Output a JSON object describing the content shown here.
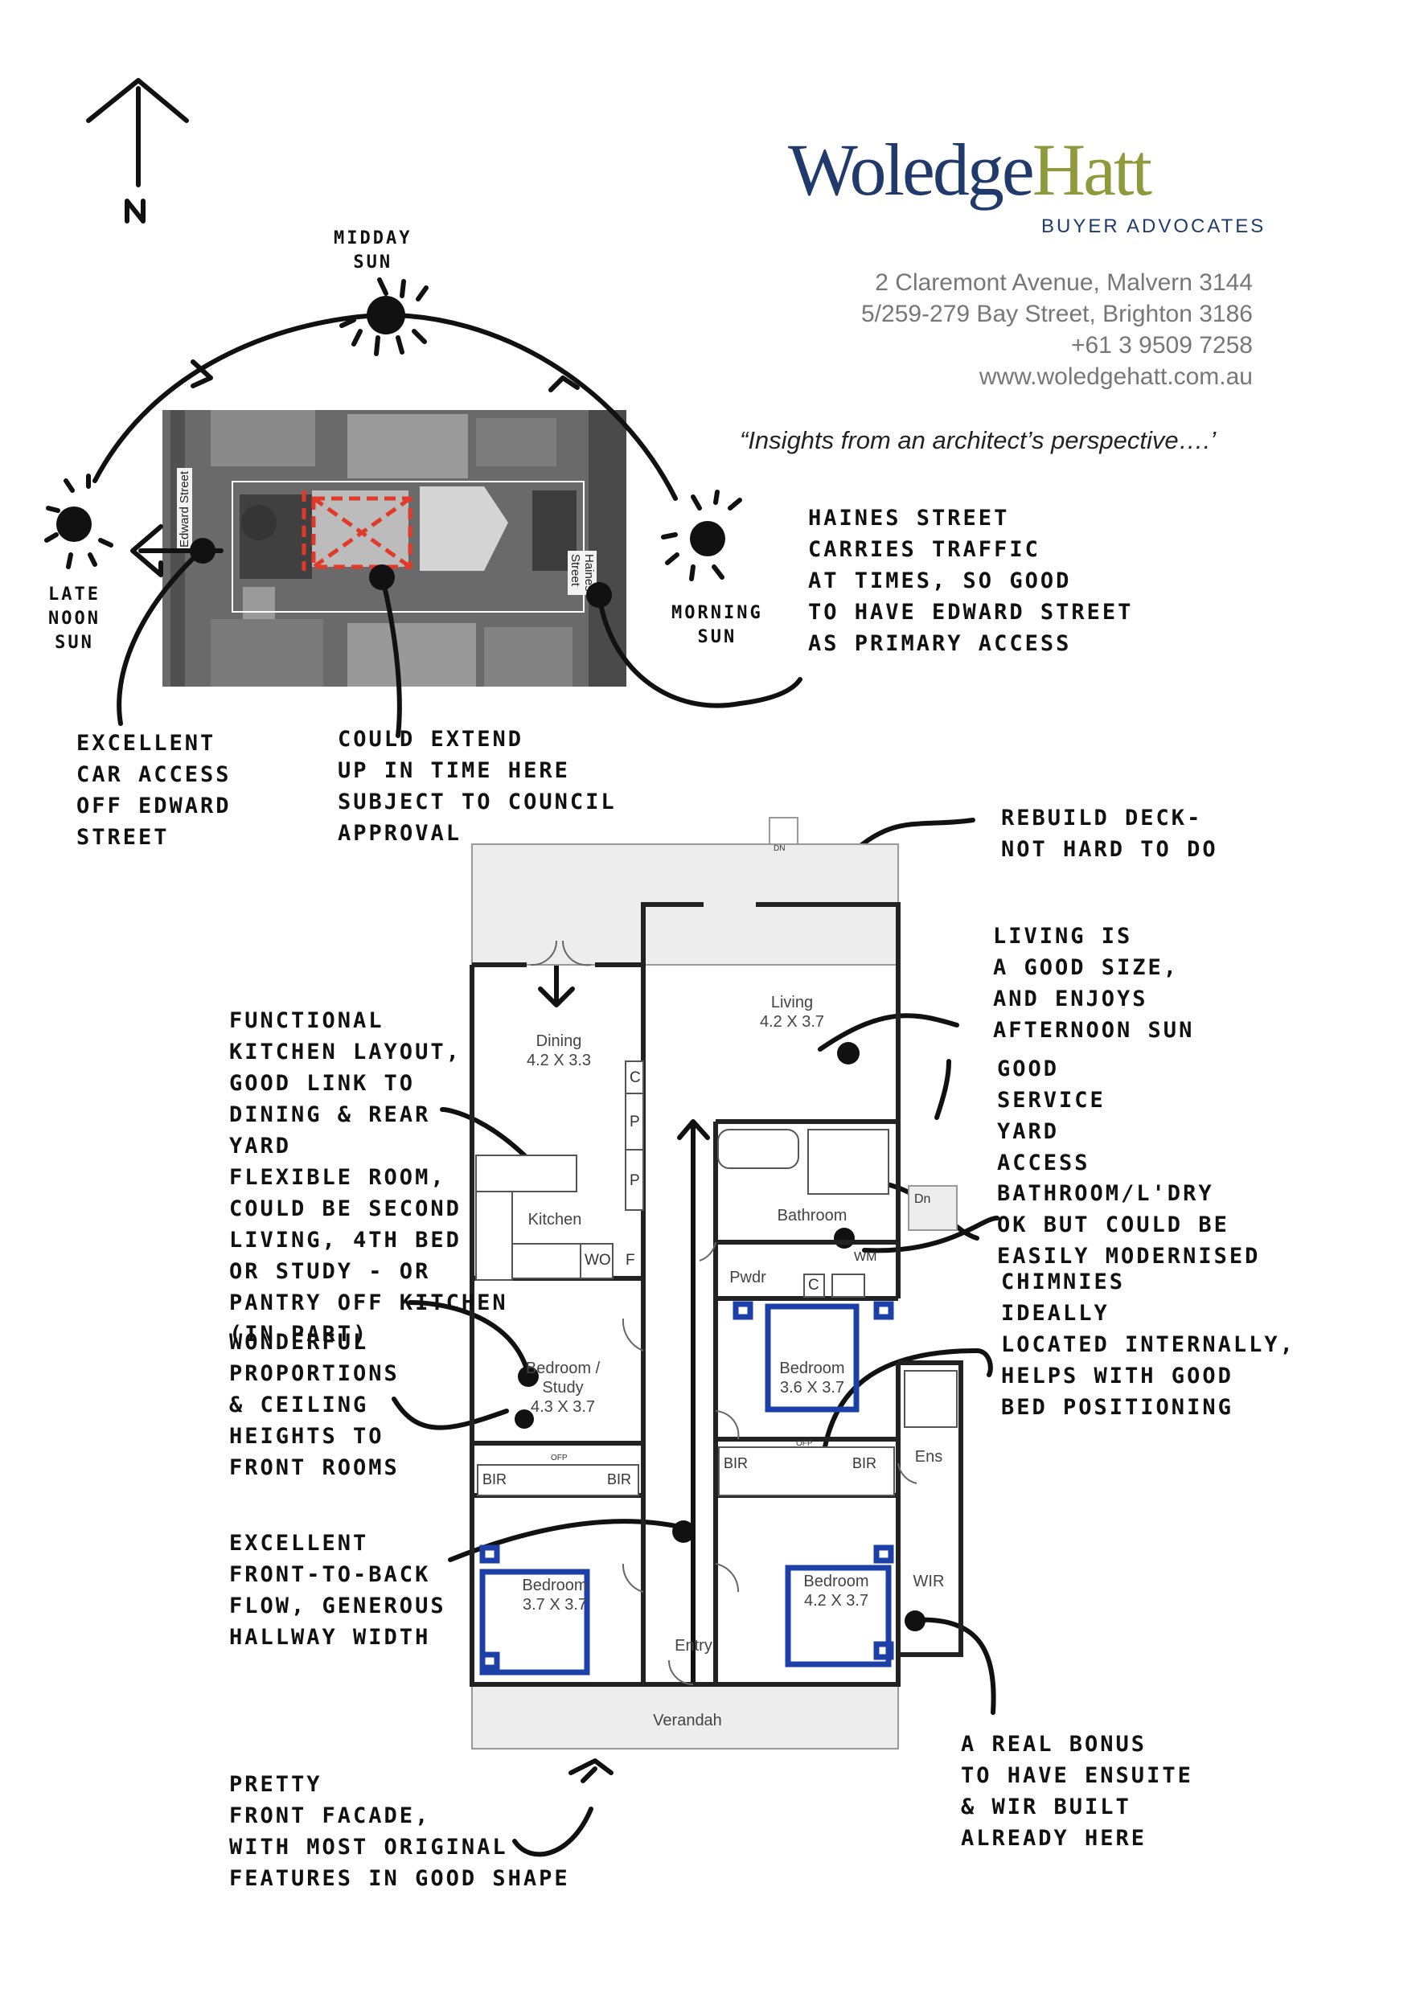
{
  "brand": {
    "name_part1": "Woledge",
    "name_part2": "Hatt",
    "tagline": "BUYER ADVOCATES",
    "colors": {
      "navy": "#1f3a6b",
      "olive": "#8e9a3c",
      "annotation_blue": "#1c3fa8",
      "extension_red": "#e03a2a"
    }
  },
  "contact": {
    "address1": "2 Claremont Avenue, Malvern 3144",
    "address2": "5/259-279 Bay Street, Brighton 3186",
    "phone": "+61 3 9509 7258",
    "web": "www.woledgehatt.com.au"
  },
  "quote": "“Insights from an architect’s perspective….’",
  "compass": {
    "label": "N"
  },
  "sun": {
    "midday": "MIDDAY\nSUN",
    "late": "LATE\nNOON\nSUN",
    "morning": "MORNING\nSUN"
  },
  "aerial": {
    "street_west": "Edward Street",
    "street_east": "Haines Street"
  },
  "notes": {
    "haines": "HAINES STREET\nCARRIES TRAFFIC\nAT TIMES, SO GOOD\nTO HAVE EDWARD STREET\nAS PRIMARY ACCESS",
    "car": "EXCELLENT\nCAR ACCESS\nOFF EDWARD\nSTREET",
    "extend": "COULD EXTEND\nUP IN TIME HERE\nSUBJECT TO COUNCIL\nAPPROVAL",
    "deck": "REBUILD DECK-\nNOT HARD TO DO",
    "living": "LIVING IS\nA GOOD SIZE,\nAND ENJOYS\nAFTERNOON SUN",
    "service": "GOOD\nSERVICE\nYARD\nACCESS",
    "bath": "BATHROOM/L'DRY\nOK BUT COULD BE\nEASILY MODERNISED",
    "chimney": "CHIMNIES\nIDEALLY\nLOCATED INTERNALLY,\nHELPS WITH GOOD\nBED POSITIONING",
    "kitchen": "FUNCTIONAL\nKITCHEN LAYOUT,\nGOOD LINK TO\nDINING & REAR\nYARD",
    "flexible": "FLEXIBLE ROOM,\nCOULD BE SECOND\nLIVING, 4TH BED\nOR STUDY - OR\nPANTRY OFF KITCHEN\n(IN PART)",
    "proportions": "WONDERFUL\nPROPORTIONS\n& CEILING\nHEIGHTS TO\nFRONT ROOMS",
    "flow": "EXCELLENT\nFRONT-TO-BACK\nFLOW, GENEROUS\nHALLWAY WIDTH",
    "ensuite": "A REAL BONUS\nTO HAVE ENSUITE\n& WIR BUILT\nALREADY HERE",
    "facade": "PRETTY\nFRONT FACADE,\nWITH MOST ORIGINAL\nFEATURES IN GOOD SHAPE"
  },
  "rooms": {
    "living": {
      "name": "Living",
      "dim": "4.2 X 3.7"
    },
    "dining": {
      "name": "Dining",
      "dim": "4.2 X 3.3"
    },
    "kitchen": {
      "name": "Kitchen"
    },
    "bathroom": {
      "name": "Bathroom"
    },
    "pwdr": {
      "name": "Pwdr"
    },
    "bed_study": {
      "name": "Bedroom /\nStudy",
      "dim": "4.3 X 3.7"
    },
    "bed_mid": {
      "name": "Bedroom",
      "dim": "3.6 X 3.7"
    },
    "bed_front_left": {
      "name": "Bedroom",
      "dim": "3.7 X 3.7"
    },
    "bed_front_right": {
      "name": "Bedroom",
      "dim": "4.2 X 3.7"
    },
    "ens": {
      "name": "Ens"
    },
    "wir": {
      "name": "WIR"
    },
    "entry": {
      "name": "Entry"
    },
    "verandah": {
      "name": "Verandah"
    }
  },
  "fixtures": {
    "c": "C",
    "p": "P",
    "wo": "WO",
    "f": "F",
    "wm": "WM",
    "dn": "Dn",
    "dn_small": "DN",
    "bir": "BIR",
    "ofp": "OFP"
  }
}
